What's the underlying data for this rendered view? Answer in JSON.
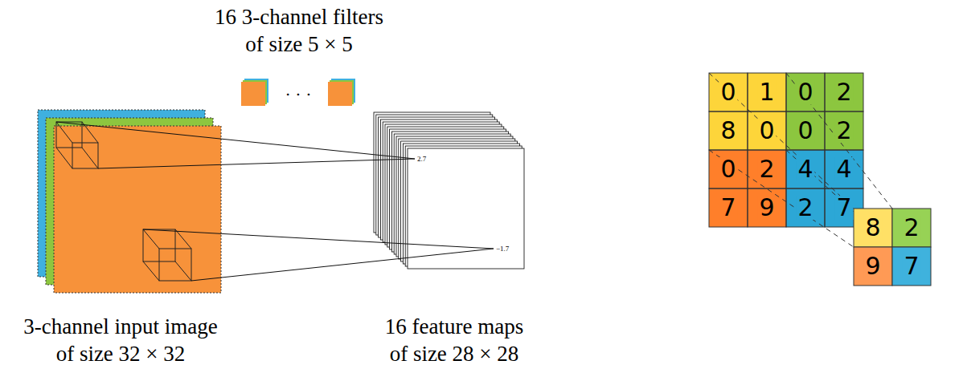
{
  "diagram": {
    "labels": [
      "16 3-channel filters of size 5 × 5",
      "· · ·",
      "2.7",
      "−1.7",
      "3-channel input image of size 32 × 32",
      "16 feature maps of size 28 × 28",
      "0",
      "1",
      "0",
      "2",
      "8",
      "0",
      "0",
      "2",
      "0",
      "2",
      "4",
      "4",
      "7",
      "9",
      "2",
      "7",
      "8",
      "2",
      "9",
      "7"
    ]
  }
}
